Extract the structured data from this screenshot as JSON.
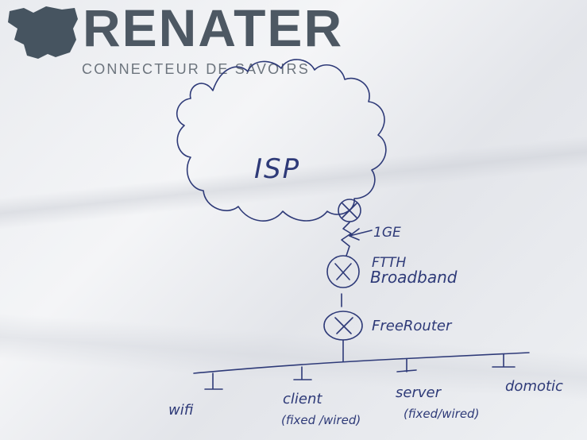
{
  "brand": {
    "name": "RENATER",
    "tagline": "CONNECTEUR DE SAVOIRS"
  },
  "diagram": {
    "cloud_label": "ISP",
    "link_label": "1GE",
    "fiber_label_line1": "FTTH",
    "fiber_label_line2": "Broadband",
    "router_label": "FreeRouter",
    "endpoints": {
      "wifi": "wifi",
      "client": "client",
      "client_sub": "(fixed /wired)",
      "server": "server",
      "server_sub": "(fixed/wired)",
      "domotic": "domotic"
    }
  },
  "colors": {
    "ink": "#2e3a78",
    "logo": "#4d5863",
    "paper": "#eceef1"
  },
  "icons": [
    "france-map-logo",
    "router-icon"
  ]
}
